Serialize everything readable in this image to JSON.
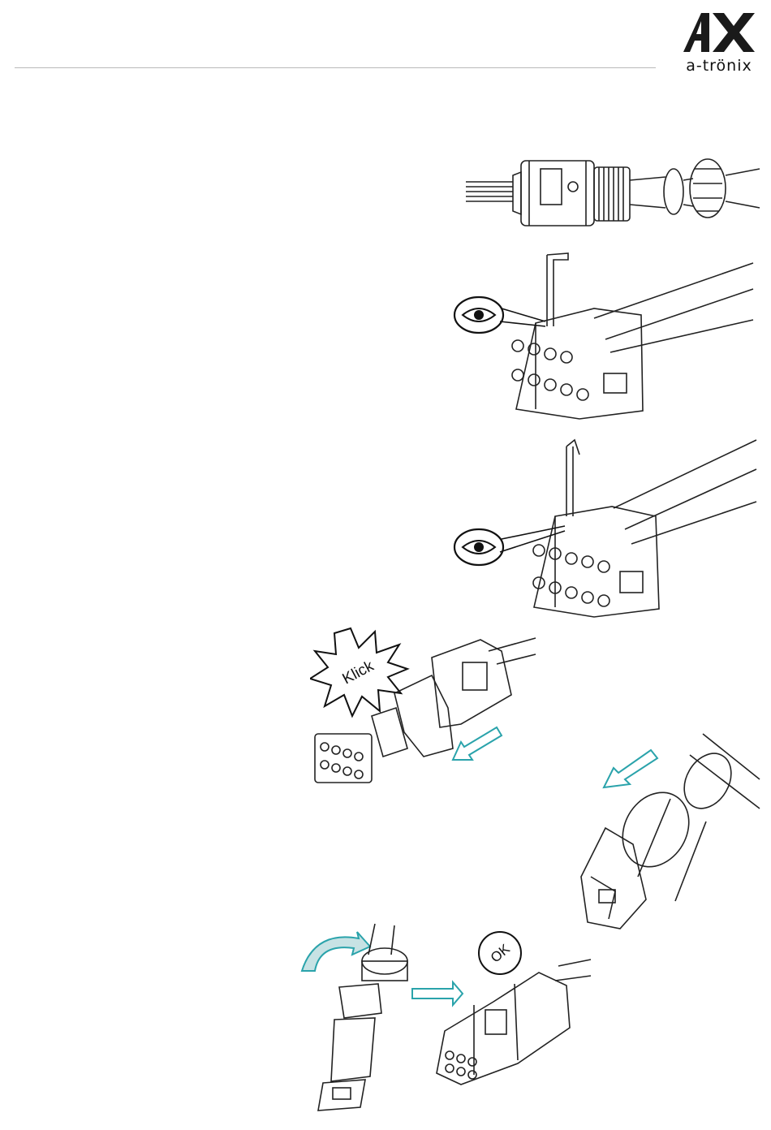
{
  "brand": {
    "logo_text": "a-trönix",
    "accent": "#2aa3ab"
  },
  "illustrations": {
    "step1": {
      "icon": "cable-assembly-exploded"
    },
    "step2": {
      "icon": "eye-icon"
    },
    "step3": {
      "icon": "eye-icon"
    },
    "step4": {
      "sound_label": "Klick",
      "icon": "arrow-insert"
    },
    "step5": {
      "icon": "arrow-insert"
    },
    "step6": {
      "status_label": "OK",
      "icon": "rotate-arrow"
    }
  }
}
